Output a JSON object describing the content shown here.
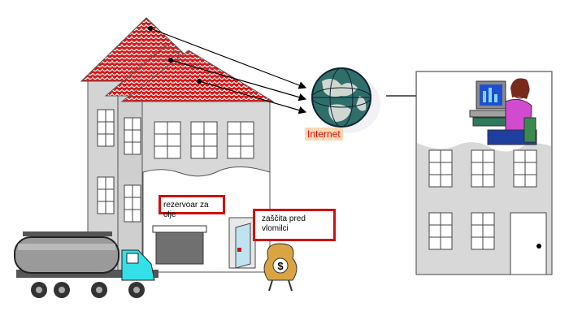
{
  "labels": {
    "internet": "Internet",
    "oil_tank": "rezervoar za olje",
    "burglar_protection": "zaščita pred\nvlomilci",
    "money_bag": "$"
  },
  "icons": [
    "roof-tiles",
    "globe-icon",
    "office-worker-computer",
    "oil-tanker-truck",
    "money-bag-icon",
    "arrow"
  ],
  "colors": {
    "roof": "#d71a1a",
    "building": "#d4d4d4",
    "label_border": "#d01010",
    "truck_cab": "#33e0e8",
    "internet_bg": "#ffd9b3"
  }
}
